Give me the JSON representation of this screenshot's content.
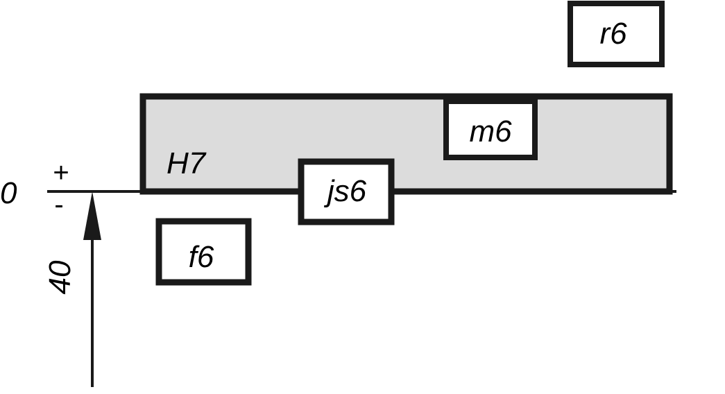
{
  "diagram": {
    "type": "tolerance-zone-diagram",
    "zero_line_label": "0",
    "plus_sign": "+",
    "minus_sign": "-",
    "nominal_size": "40",
    "colors": {
      "stroke": "#1a1a1a",
      "hole_fill": "#dcdcdc",
      "shaft_fill": "#ffffff",
      "background": "#ffffff"
    },
    "hole_zone": {
      "label": "H7"
    },
    "shaft_zones": [
      {
        "label": "f6",
        "position": "below zero line"
      },
      {
        "label": "js6",
        "position": "straddles zero line"
      },
      {
        "label": "m6",
        "position": "inside hole zone"
      },
      {
        "label": "r6",
        "position": "above hole zone"
      }
    ]
  }
}
